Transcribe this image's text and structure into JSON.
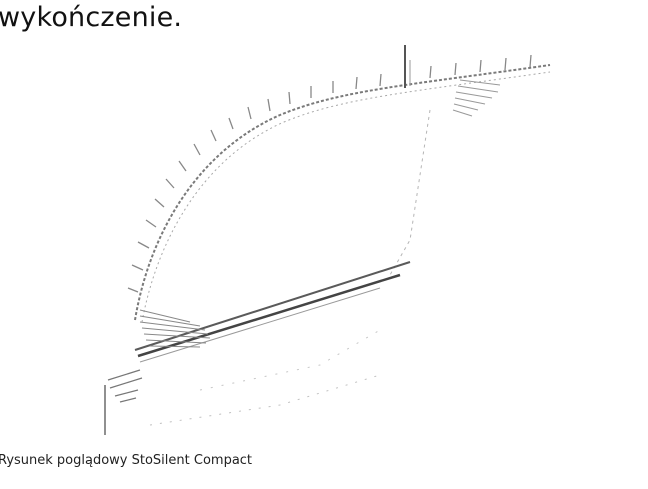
{
  "document": {
    "heading_fragment": "wykończenie.",
    "caption": "Rysunek poglądowy StoSilent Compact"
  },
  "illustration": {
    "name": "ceiling-curve-sketch",
    "line_color": "#6a6a6a",
    "dark_line_color": "#3a3a3a"
  }
}
